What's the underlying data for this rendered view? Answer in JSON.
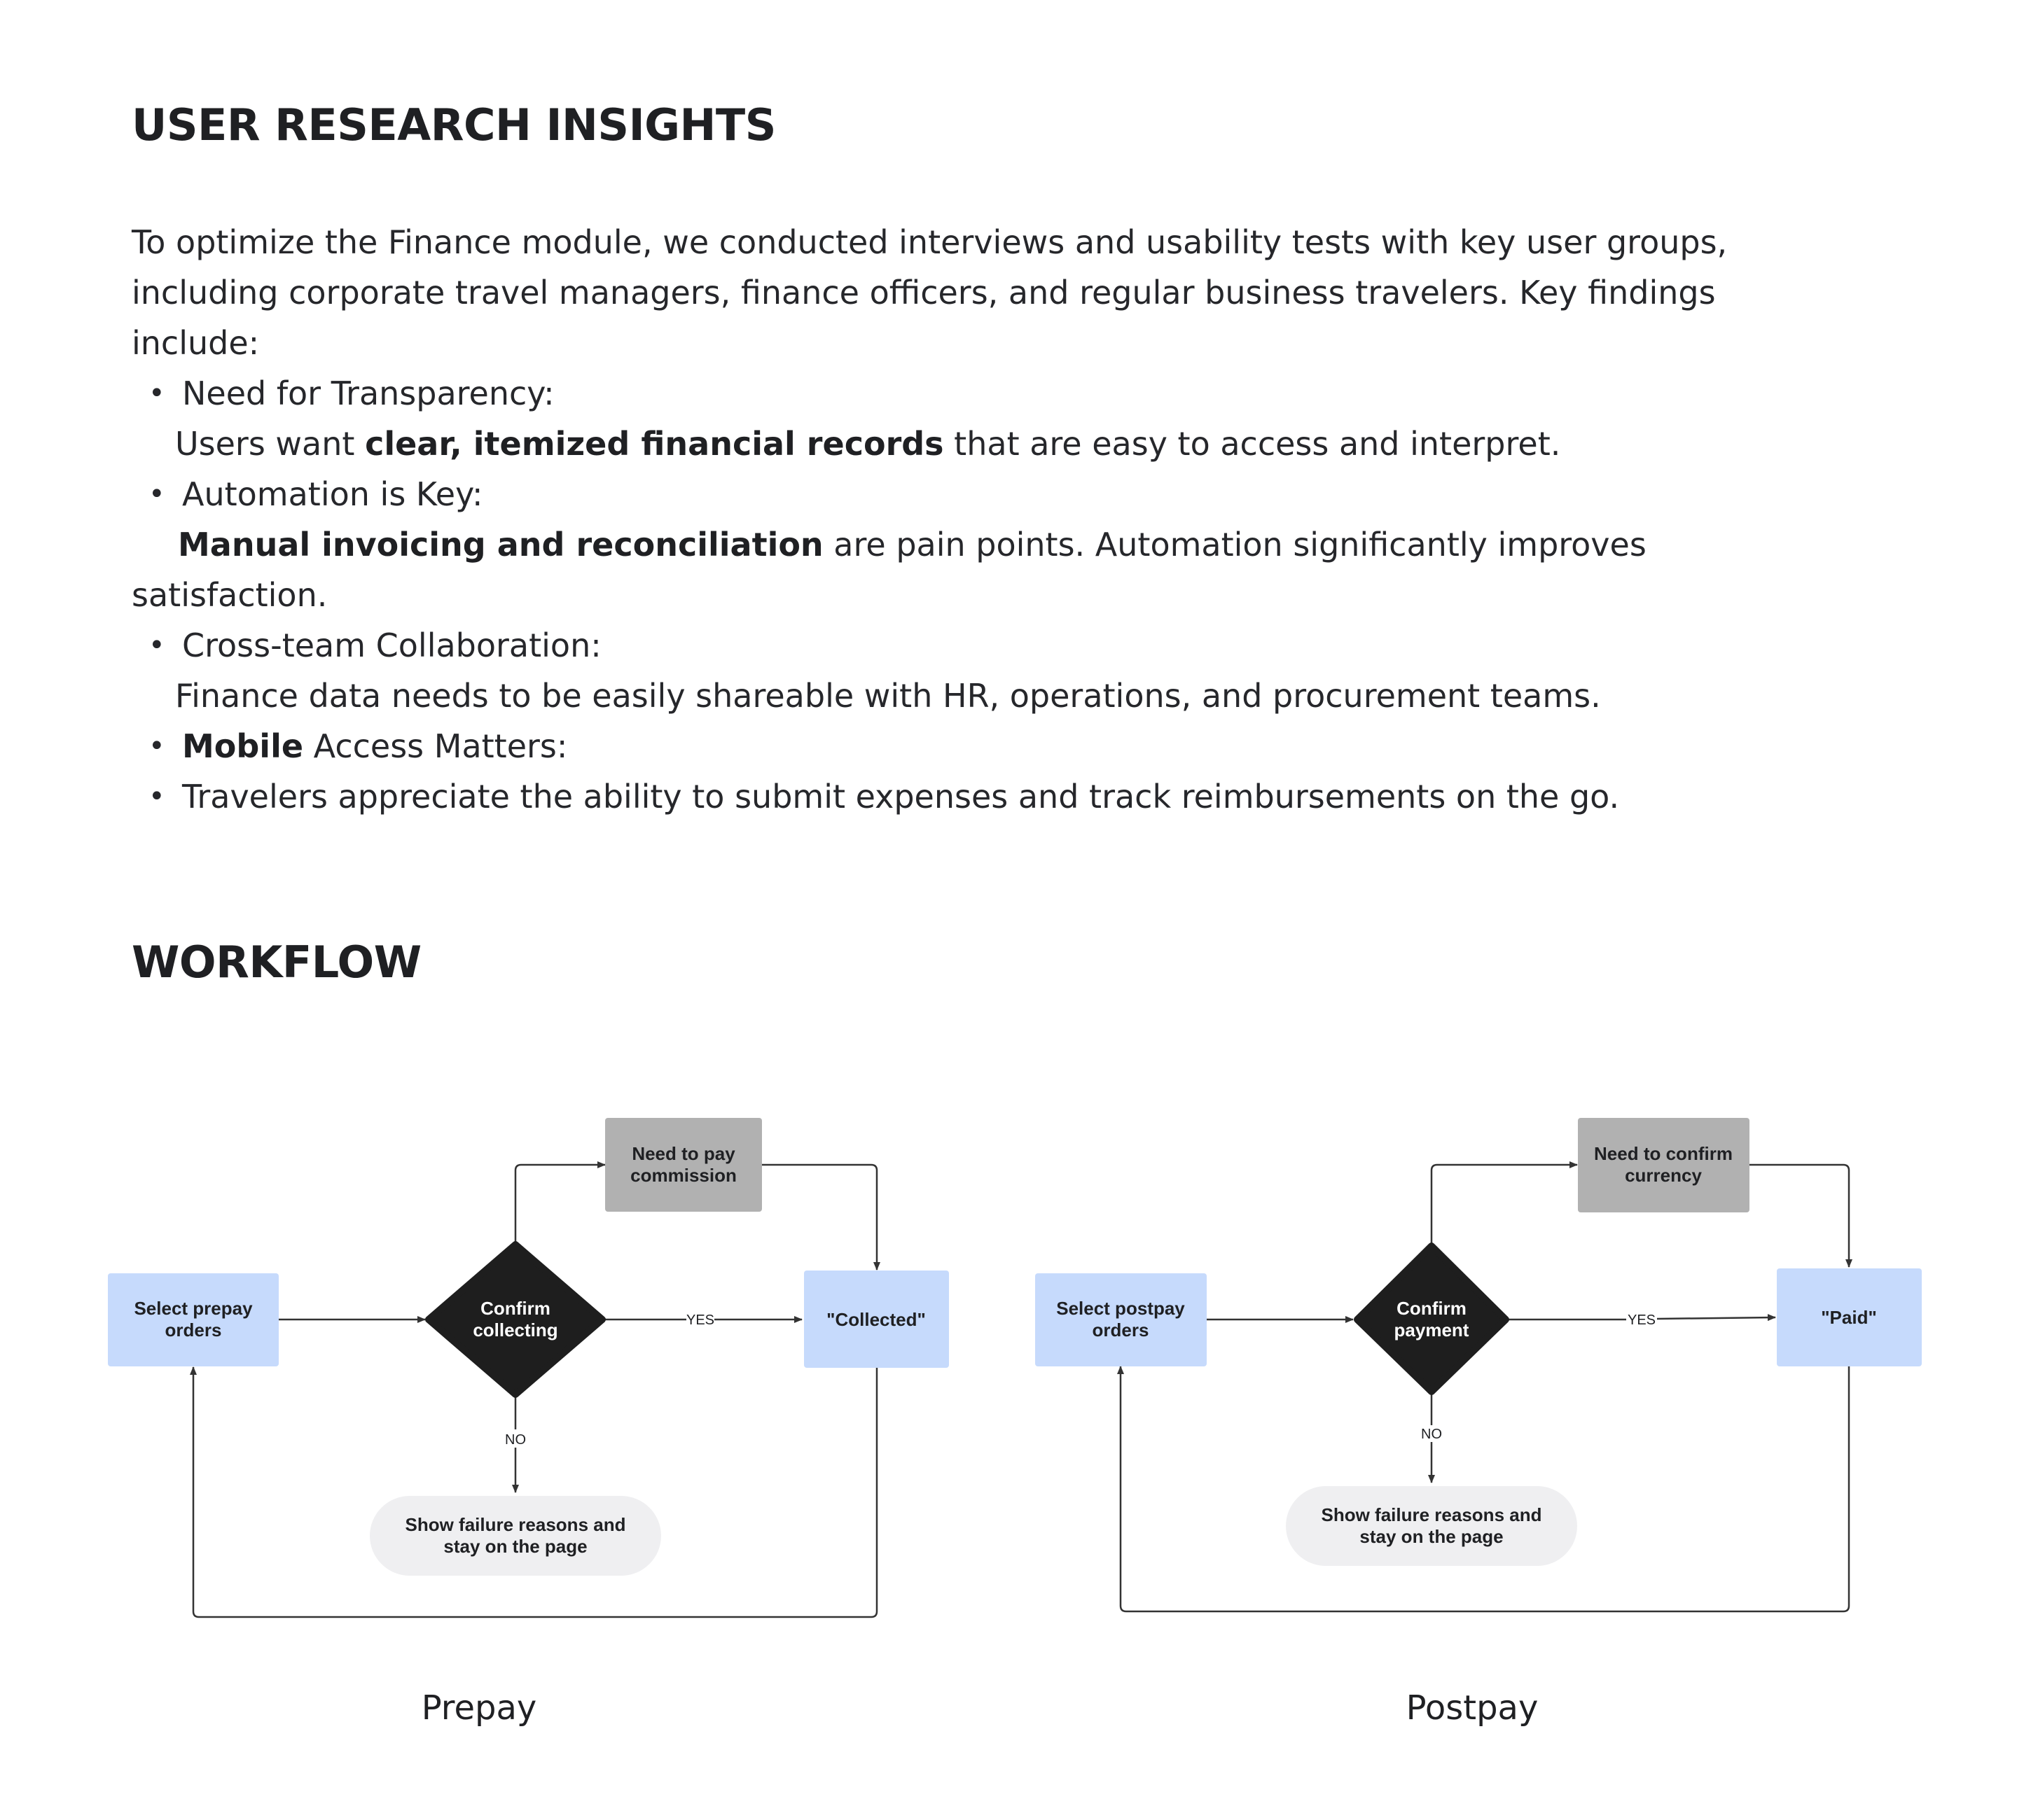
{
  "research": {
    "title": "USER RESEARCH INSIGHTS",
    "intro": [
      "To optimize the Finance module, we conducted interviews and usability tests with key user groups,",
      "including corporate travel managers, finance officers, and regular business travelers. Key findings",
      "include:"
    ],
    "bullet_glyph": "•",
    "items": [
      {
        "title": "Need for Transparency:",
        "desc_pre": "Users want ",
        "desc_bold": "clear, itemized financial records",
        "desc_post": " that are easy to access and interpret."
      },
      {
        "title": "Automation is Key:",
        "desc_bold": "Manual invoicing and reconciliation",
        "desc_post": " are pain points. Automation significantly improves",
        "desc_wrap": "satisfaction."
      },
      {
        "title": "Cross-team Collaboration:",
        "desc": "Finance data needs to be easily shareable with HR, operations, and procurement teams."
      },
      {
        "title_bold": "Mobile",
        "title_rest": " Access Matters:"
      },
      {
        "title": "Travelers appreciate the ability to submit expenses and track reimbursements on the go."
      }
    ]
  },
  "workflow": {
    "title": "WORKFLOW",
    "colors": {
      "start": "#c6dafc",
      "decision": "#1e1e1e",
      "branch": "#b1b1b1",
      "failure": "#efeff1",
      "line": "#333333"
    },
    "prepay": {
      "caption": "Prepay",
      "start": [
        "Select prepay",
        "orders"
      ],
      "decision": [
        "Confirm",
        "collecting"
      ],
      "branch": [
        "Need to pay",
        "commission"
      ],
      "result": "\"Collected\"",
      "failure": [
        "Show failure reasons and",
        "stay on the page"
      ],
      "yes": "YES",
      "no": "NO"
    },
    "postpay": {
      "caption": "Postpay",
      "start": [
        "Select postpay",
        "orders"
      ],
      "decision": [
        "Confirm",
        "payment"
      ],
      "branch": [
        "Need to confirm",
        "currency"
      ],
      "result": "\"Paid\"",
      "failure": [
        "Show failure reasons and",
        "stay on the page"
      ],
      "yes": "YES",
      "no": "NO"
    }
  }
}
